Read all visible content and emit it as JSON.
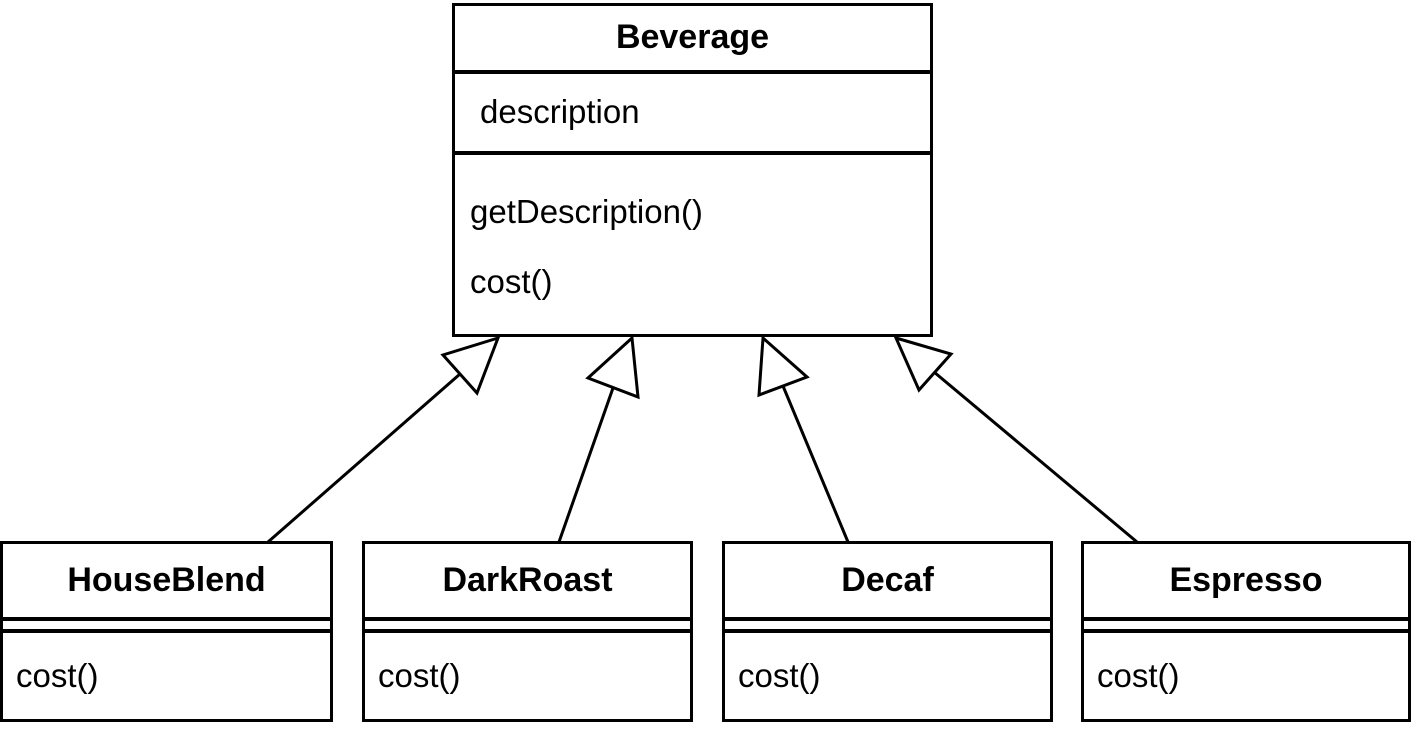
{
  "diagram": {
    "type": "uml-class-diagram",
    "background_color": "#ffffff",
    "line_color": "#000000",
    "box_fill_color": "#ffffff",
    "text_color": "#000000",
    "superclass": {
      "name": "Beverage",
      "attributes": [
        "description"
      ],
      "methods": [
        "getDescription()",
        "cost()"
      ]
    },
    "subclasses": [
      {
        "name": "HouseBlend",
        "attributes": [],
        "methods": [
          "cost()"
        ]
      },
      {
        "name": "DarkRoast",
        "attributes": [],
        "methods": [
          "cost()"
        ]
      },
      {
        "name": "Decaf",
        "attributes": [],
        "methods": [
          "cost()"
        ]
      },
      {
        "name": "Espresso",
        "attributes": [],
        "methods": [
          "cost()"
        ]
      }
    ],
    "relationships": [
      {
        "type": "generalization",
        "from": "HouseBlend",
        "to": "Beverage"
      },
      {
        "type": "generalization",
        "from": "DarkRoast",
        "to": "Beverage"
      },
      {
        "type": "generalization",
        "from": "Decaf",
        "to": "Beverage"
      },
      {
        "type": "generalization",
        "from": "Espresso",
        "to": "Beverage"
      }
    ]
  }
}
